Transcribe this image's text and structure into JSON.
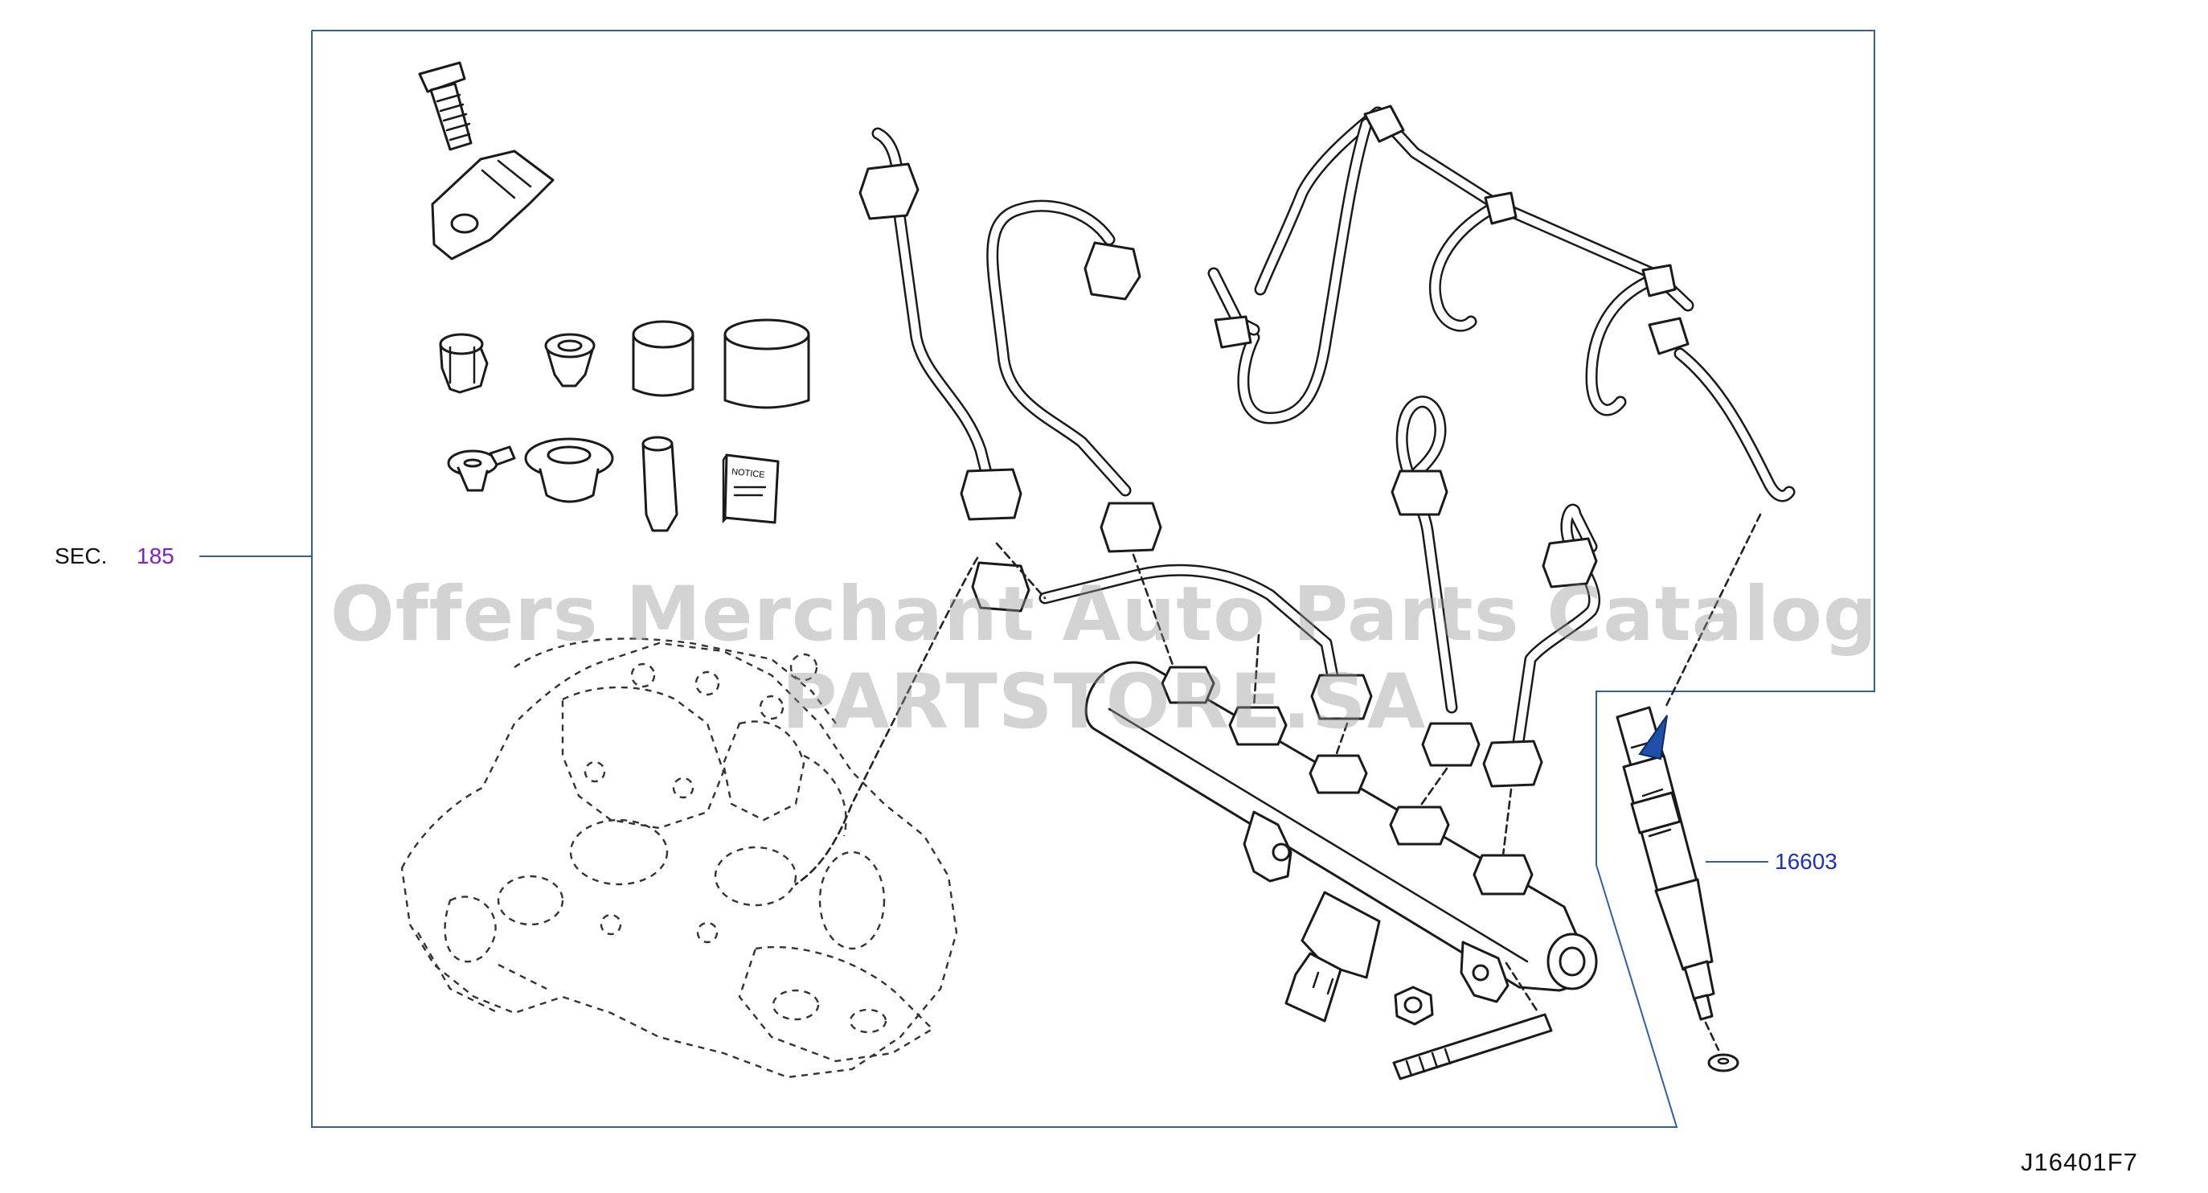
{
  "diagram": {
    "section_prefix": "SEC.",
    "section_ref": "185",
    "callouts": [
      {
        "part_number": "16603"
      }
    ],
    "diagram_code": "J16401F7",
    "watermark": "Offers Merchant Auto Parts Catalog PARTSTORE.SA",
    "notice_booklet_text": "NOTICE",
    "colors": {
      "frame": "#2f5fa7",
      "section_ref": "#7a1fd6",
      "part_callout": "#1d2fc7",
      "arrow": "#1f4fa8",
      "line_art": "#1a1a1a"
    }
  }
}
